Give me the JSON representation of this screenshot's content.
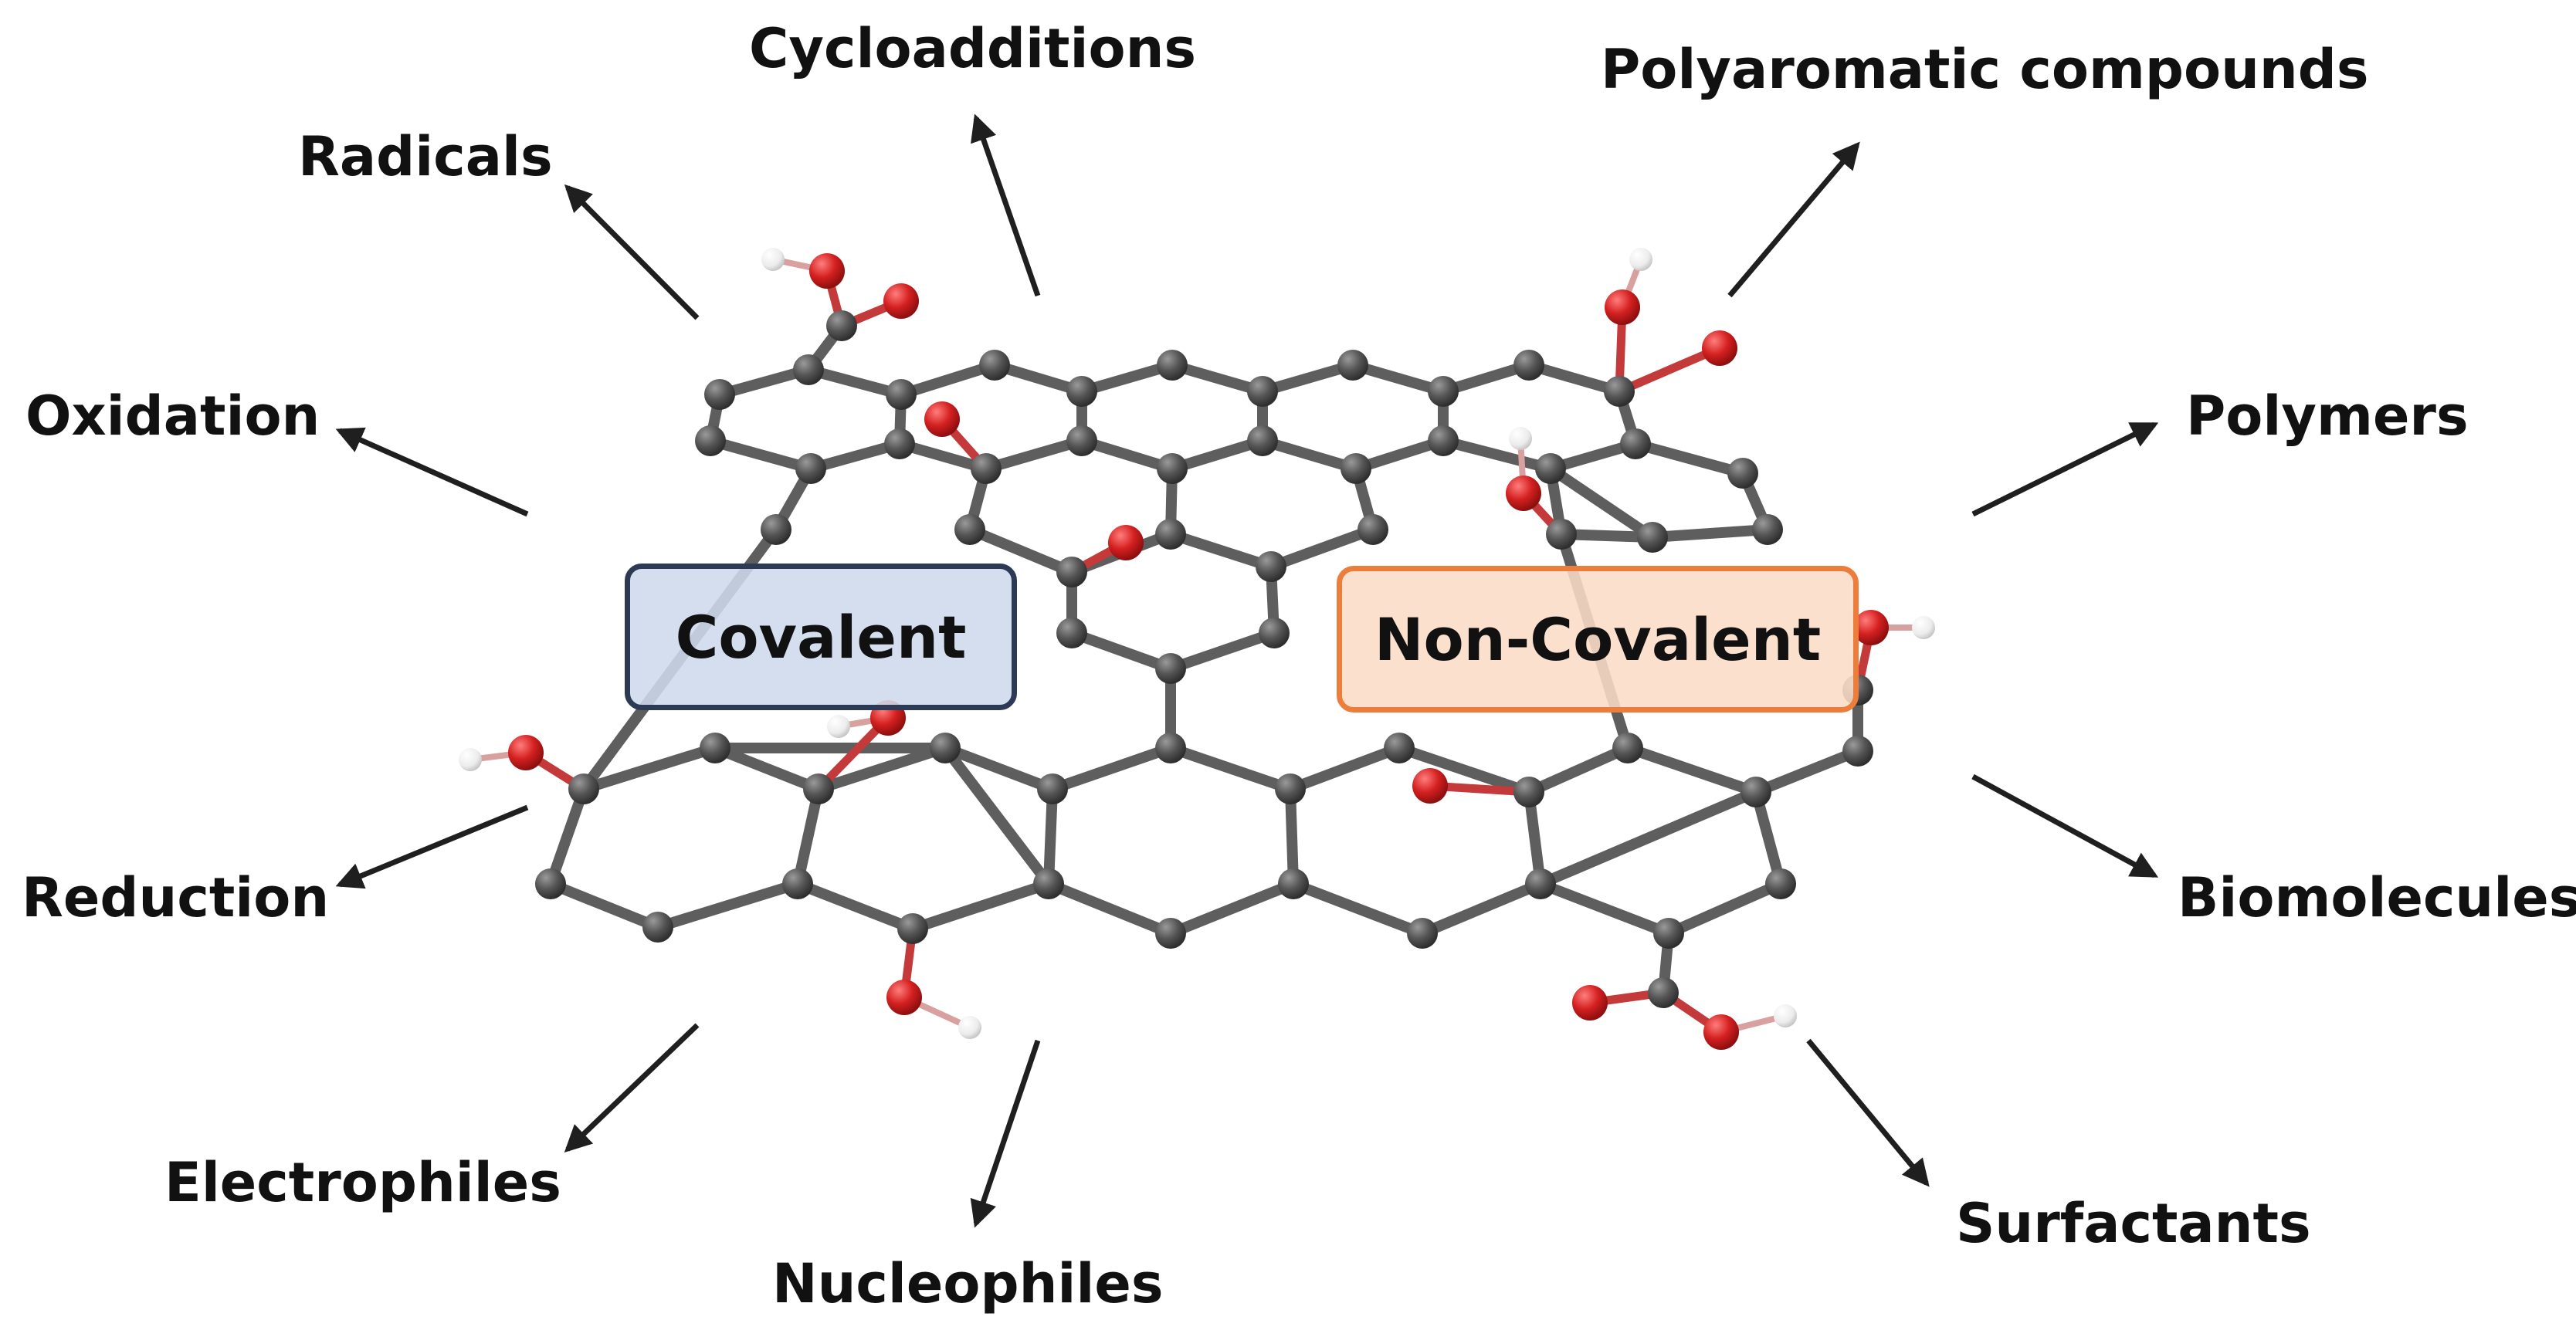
{
  "labels": {
    "cycloadditions": "Cycloadditions",
    "polyaromatic": "Polyaromatic compounds",
    "radicals": "Radicals",
    "oxidation": "Oxidation",
    "polymers": "Polymers",
    "reduction": "Reduction",
    "biomolecules": "Biomolecules",
    "electrophiles": "Electrophiles",
    "nucleophiles": "Nucleophiles",
    "surfactants": "Surfactants"
  },
  "boxes": {
    "covalent": "Covalent",
    "noncovalent": "Non-Covalent"
  },
  "colors": {
    "carbon": "#555555",
    "oxygen": "#d42020",
    "hydrogen": "#e6e6e6",
    "covalent_fill": "#ced9ed",
    "covalent_border": "#2d3a55",
    "noncovalent_fill": "#fadcc6",
    "noncovalent_border": "#ec7d3b"
  }
}
